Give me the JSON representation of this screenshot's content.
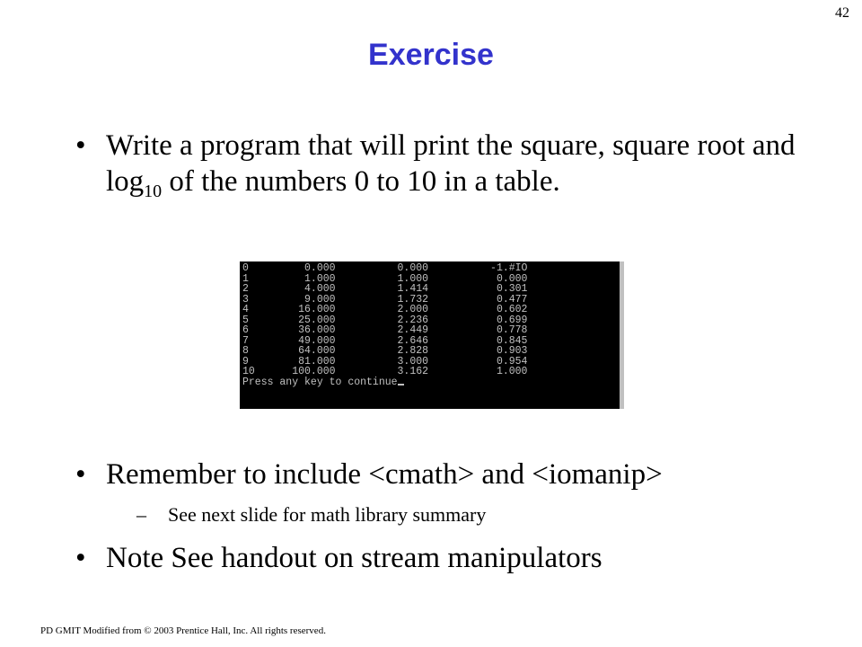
{
  "page_number": "42",
  "title": "Exercise",
  "bullets": {
    "b1_text_a": "Write a program that will print the square, square root and log",
    "b1_sub": "10",
    "b1_text_b": " of the numbers 0 to 10 in a table.",
    "b2_text": "Remember to include <cmath> and <iomanip>",
    "b2_sub": "See next slide for math library summary",
    "b3_text": "Note See handout on stream manipulators",
    "dot": "•",
    "dash": "–"
  },
  "console": {
    "lines": [
      "0         0.000          0.000          -1.#IO",
      "1         1.000          1.000           0.000",
      "2         4.000          1.414           0.301",
      "3         9.000          1.732           0.477",
      "4        16.000          2.000           0.602",
      "5        25.000          2.236           0.699",
      "6        36.000          2.449           0.778",
      "7        49.000          2.646           0.845",
      "8        64.000          2.828           0.903",
      "9        81.000          3.000           0.954",
      "10      100.000          3.162           1.000"
    ],
    "prompt": "Press any key to continue"
  },
  "footer": {
    "text_a": "PD GMIT Modified from ",
    "symbol": "©",
    "text_b": " 2003 Prentice Hall, Inc.  All rights reserved."
  }
}
